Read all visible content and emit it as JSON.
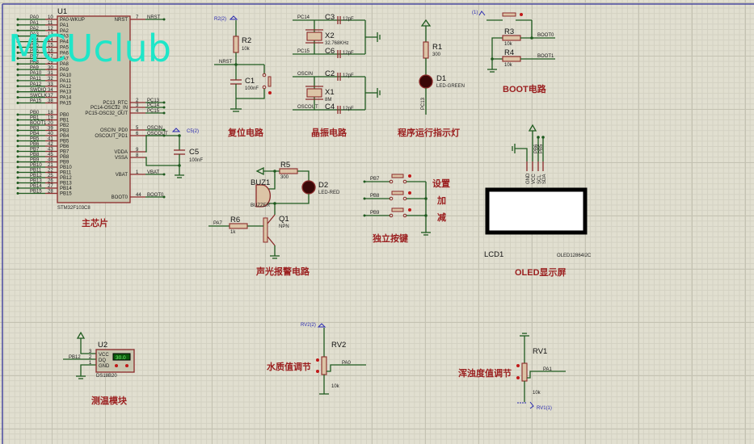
{
  "watermark": "MCUclub",
  "main_chip": {
    "ref": "U1",
    "part": "STM32F103C8",
    "title": "主芯片",
    "left_pins": [
      {
        "net": "PA0",
        "num": "10",
        "name": "PA0-WKUP"
      },
      {
        "net": "PA1",
        "num": "11",
        "name": "PA1"
      },
      {
        "net": "PA2",
        "num": "12",
        "name": "PA2"
      },
      {
        "net": "PA3",
        "num": "13",
        "name": "PA3"
      },
      {
        "net": "PA4",
        "num": "14",
        "name": "PA4"
      },
      {
        "net": "PA5",
        "num": "15",
        "name": "PA5"
      },
      {
        "net": "PA6",
        "num": "16",
        "name": "PA6"
      },
      {
        "net": "PA7",
        "num": "17",
        "name": "PA7"
      },
      {
        "net": "PA8",
        "num": "29",
        "name": "PA8"
      },
      {
        "net": "PA9",
        "num": "30",
        "name": "PA9"
      },
      {
        "net": "PA10",
        "num": "31",
        "name": "PA10"
      },
      {
        "net": "PA11",
        "num": "32",
        "name": "PA11"
      },
      {
        "net": "PA12",
        "num": "33",
        "name": "PA12"
      },
      {
        "net": "SWDIO",
        "num": "34",
        "name": "PA13"
      },
      {
        "net": "SWCLK",
        "num": "37",
        "name": "PA14"
      },
      {
        "net": "PA15",
        "num": "38",
        "name": "PA15"
      },
      {
        "net": "PB0",
        "num": "18",
        "name": "PB0"
      },
      {
        "net": "PB1",
        "num": "19",
        "name": "PB1"
      },
      {
        "net": "BOOT1",
        "num": "20",
        "name": "PB2"
      },
      {
        "net": "PB3",
        "num": "39",
        "name": "PB3"
      },
      {
        "net": "PB4",
        "num": "40",
        "name": "PB4"
      },
      {
        "net": "PB5",
        "num": "41",
        "name": "PB5"
      },
      {
        "net": "PB6",
        "num": "42",
        "name": "PB6"
      },
      {
        "net": "PB7",
        "num": "43",
        "name": "PB7"
      },
      {
        "net": "PB8",
        "num": "45",
        "name": "PB8"
      },
      {
        "net": "PB9",
        "num": "46",
        "name": "PB9"
      },
      {
        "net": "PB10",
        "num": "21",
        "name": "PB10"
      },
      {
        "net": "PB11",
        "num": "22",
        "name": "PB11"
      },
      {
        "net": "PB12",
        "num": "25",
        "name": "PB12"
      },
      {
        "net": "PB13",
        "num": "26",
        "name": "PB13"
      },
      {
        "net": "PB14",
        "num": "27",
        "name": "PB14"
      },
      {
        "net": "PB15",
        "num": "28",
        "name": "PB15"
      }
    ],
    "right_pins": [
      {
        "name": "NRST",
        "num": "7",
        "net": "NRST"
      },
      {
        "name": "PC13_RTC",
        "num": "2",
        "net": "PC13"
      },
      {
        "name": "PC14-OSC32_IN",
        "num": "3",
        "net": "PC14"
      },
      {
        "name": "PC15-OSC32_OUT",
        "num": "4",
        "net": "PC15"
      },
      {
        "name": "OSCIN_PD0",
        "num": "5",
        "net": "OSCIN"
      },
      {
        "name": "OSCOUT_PD1",
        "num": "6",
        "net": "OSCOUT"
      },
      {
        "name": "VDDA",
        "num": "9",
        "net": ""
      },
      {
        "name": "VSSA",
        "num": "8",
        "net": ""
      },
      {
        "name": "VBAT",
        "num": "1",
        "net": "VBAT"
      },
      {
        "name": "BOOT0",
        "num": "44",
        "net": "BOOT0"
      }
    ],
    "c5": {
      "ref": "C5",
      "value": "100nF",
      "term": "C5(2)"
    }
  },
  "reset": {
    "title": "复位电路",
    "r": {
      "ref": "R2",
      "value": "10k"
    },
    "c": {
      "ref": "C1",
      "value": "100nF"
    },
    "net": "NRST",
    "term": "R2(2)"
  },
  "crystal": {
    "title": "晶振电路",
    "x2": {
      "ref": "X2",
      "value": "32.768KHz"
    },
    "x1": {
      "ref": "X1",
      "value": "8M"
    },
    "caps": [
      {
        "ref": "C3",
        "value": "12pF"
      },
      {
        "ref": "C6",
        "value": "12pF"
      },
      {
        "ref": "C2",
        "value": "12pF"
      },
      {
        "ref": "C4",
        "value": "12pF"
      }
    ],
    "nets": [
      "PC14",
      "PC15",
      "OSCIN",
      "OSCOUT"
    ]
  },
  "run_led": {
    "title": "程序运行指示灯",
    "r": {
      "ref": "R1",
      "value": "300"
    },
    "d": {
      "ref": "D1",
      "value": "LED-GREEN"
    },
    "net": "PC13"
  },
  "boot": {
    "title": "BOOT电路",
    "r3": {
      "ref": "R3",
      "value": "10k"
    },
    "r4": {
      "ref": "R4",
      "value": "10k"
    },
    "nets": [
      "BOOT0",
      "BOOT1"
    ],
    "term": "(1)"
  },
  "alarm": {
    "title": "声光报警电路",
    "buz": {
      "ref": "BUZ1",
      "value": "BUZZER"
    },
    "r5": {
      "ref": "R5",
      "value": "300"
    },
    "d2": {
      "ref": "D2",
      "value": "LED-RED"
    },
    "r6": {
      "ref": "R6",
      "value": "1k"
    },
    "q1": {
      "ref": "Q1",
      "value": "NPN"
    },
    "net": "PA7"
  },
  "keys": {
    "title": "独立按键",
    "nets": [
      "PB7",
      "PB8",
      "PB9"
    ],
    "labels": [
      "设置",
      "加",
      "减"
    ]
  },
  "oled": {
    "title": "OLED显示屏",
    "ref": "LCD1",
    "part": "OLED12864I2C",
    "pins": [
      "GND",
      "VCC",
      "SCL",
      "SDA"
    ],
    "nets": [
      "PB6",
      "PB5"
    ]
  },
  "temp": {
    "title": "测温模块",
    "ref": "U2",
    "part": "DS18B20",
    "pins": [
      {
        "num": "3",
        "name": "VCC"
      },
      {
        "num": "2",
        "name": "DQ"
      },
      {
        "num": "1",
        "name": "GND"
      }
    ],
    "net": "PB12",
    "display": "30.0"
  },
  "water": {
    "title": "水质值调节",
    "ref": "RV2",
    "value": "10k",
    "net": "PA0",
    "term": "RV2(2)"
  },
  "turbidity": {
    "title": "浑浊度值调节",
    "ref": "RV1",
    "value": "10k",
    "net": "PA1",
    "term": "RV1(1)"
  }
}
